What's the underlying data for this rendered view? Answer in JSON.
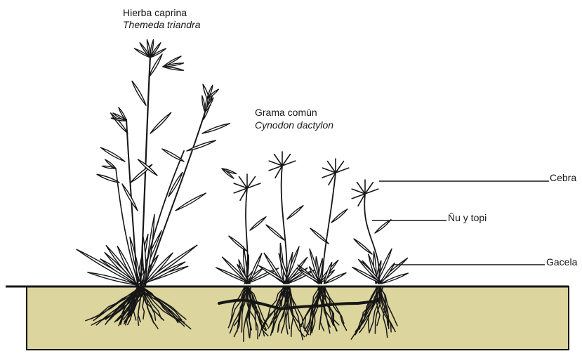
{
  "species": {
    "tall_grass": {
      "common_name": "Hierba caprina",
      "scientific_name": "Themeda triandra"
    },
    "short_grass": {
      "common_name": "Grama común",
      "scientific_name": "Cynodon dactylon"
    }
  },
  "grazing_levels": [
    {
      "label": "Cebra"
    },
    {
      "label": "Ñu y topi"
    },
    {
      "label": "Gacela"
    }
  ],
  "colors": {
    "soil": "#dcd59e",
    "ink": "#161616",
    "background": "#ffffff"
  }
}
